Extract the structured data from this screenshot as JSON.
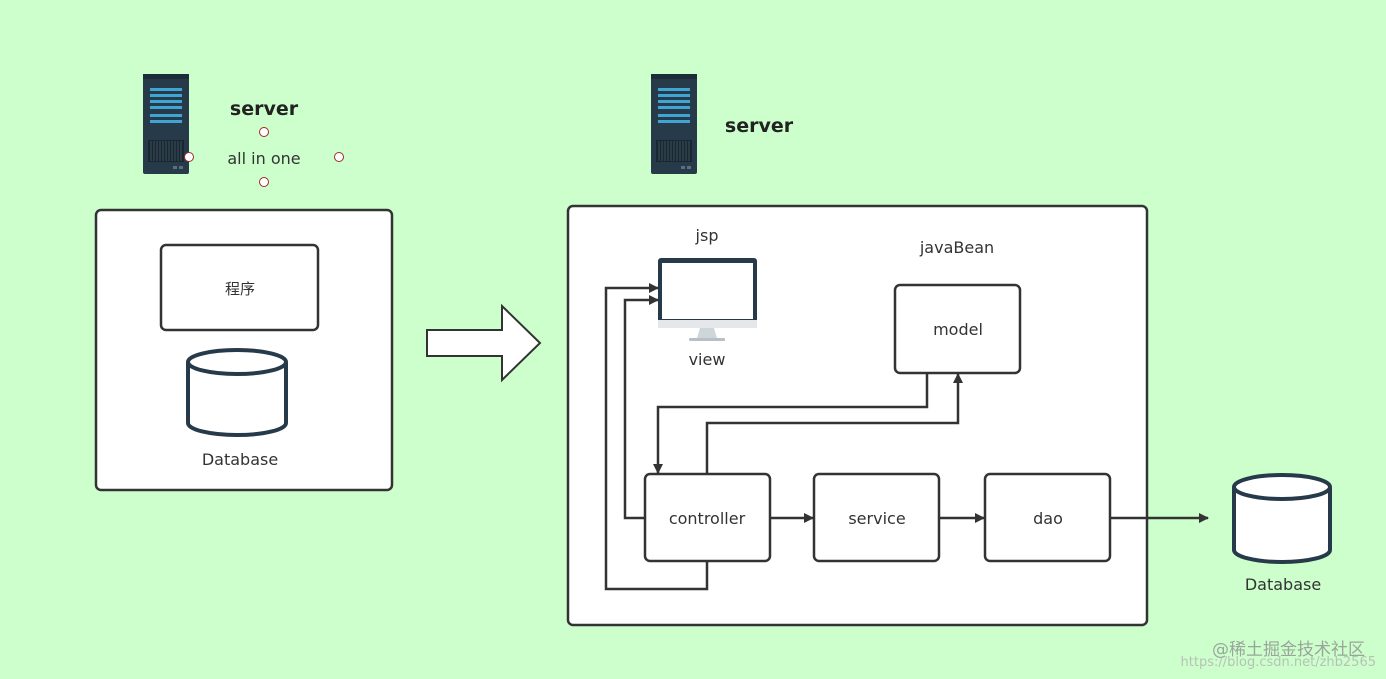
{
  "left": {
    "server_label": "server",
    "server_caption": "all in one",
    "program_label": "程序",
    "database_label": "Database"
  },
  "right": {
    "server_label": "server",
    "jsp_label": "jsp",
    "view_label": "view",
    "javabean_label": "javaBean",
    "model_label": "model",
    "controller_label": "controller",
    "service_label": "service",
    "dao_label": "dao",
    "database_label": "Database"
  },
  "watermark": {
    "brand": "@稀土掘金技术社区",
    "url": "https://blog.csdn.net/zhb2565"
  },
  "colors": {
    "background": "#ccffcc",
    "box_stroke": "#333333",
    "server_body": "#263a4a",
    "server_accent": "#3fa6d4",
    "database_stroke": "#263a4a"
  }
}
